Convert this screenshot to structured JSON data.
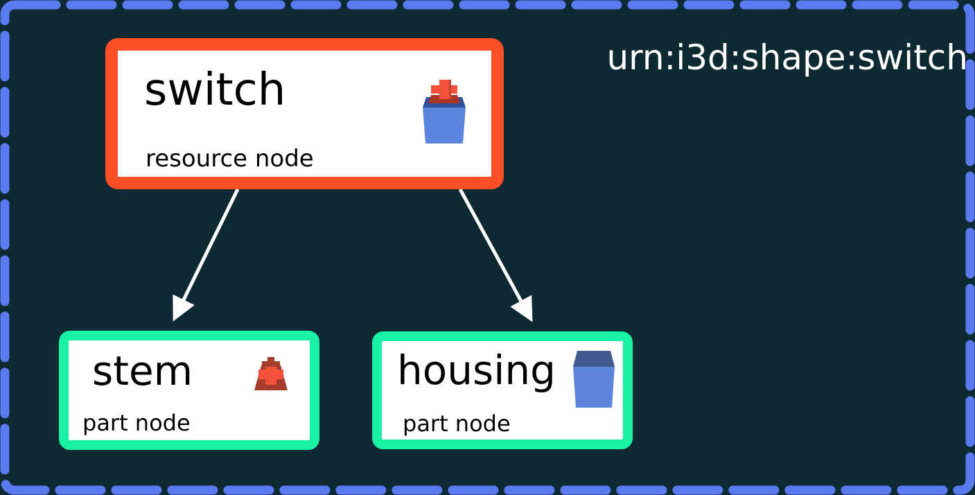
{
  "diagram": {
    "title": "urn:i3d:shape:switch",
    "background_color": "#0d2a33",
    "dashed_border_color": "#5a7bf0",
    "arrow_color": "#ffffff",
    "nodes": [
      {
        "id": "switch",
        "label": "switch",
        "type_label": "resource node",
        "border_color": "#fb4d26",
        "icon": "keyboard-switch-3d-icon"
      },
      {
        "id": "stem",
        "label": "stem",
        "type_label": "part node",
        "border_color": "#19f2a5",
        "icon": "switch-stem-3d-icon"
      },
      {
        "id": "housing",
        "label": "housing",
        "type_label": "part node",
        "border_color": "#19f2a5",
        "icon": "switch-housing-3d-icon"
      }
    ],
    "edges": [
      {
        "from": "switch",
        "to": "stem"
      },
      {
        "from": "switch",
        "to": "housing"
      }
    ]
  }
}
